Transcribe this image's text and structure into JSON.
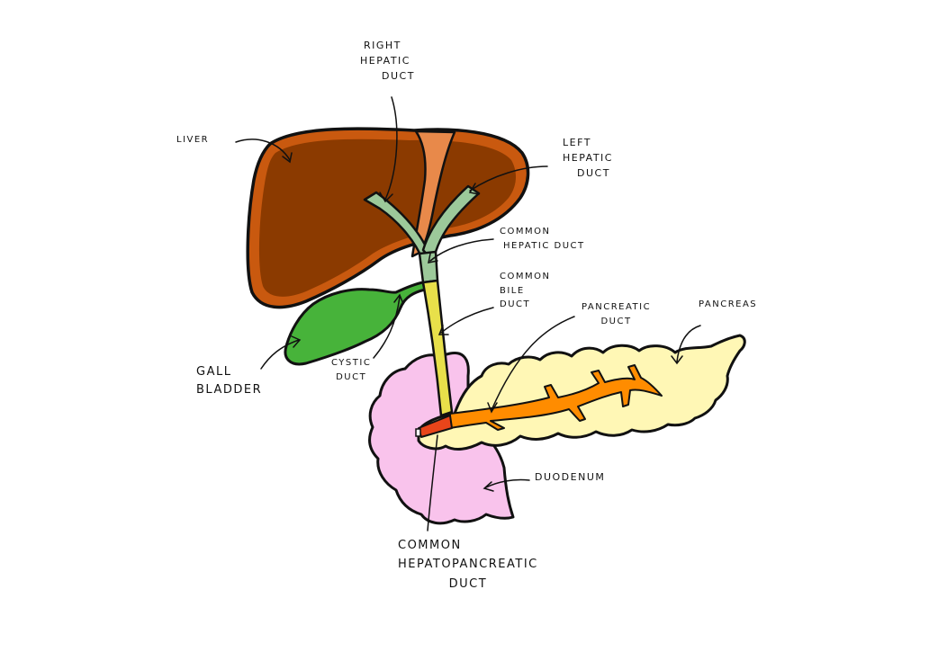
{
  "title": "Biliary tree and pancreas diagram",
  "colors": {
    "liver": "#8b3a00",
    "liver_highlight": "#c9590f",
    "falciform": "#e8894a",
    "hepatic_ducts": "#9cc99a",
    "common_bile_duct": "#e8e04a",
    "gall_bladder": "#47b33a",
    "pancreas": "#fff7b5",
    "pancreatic_duct": "#ff8c00",
    "hepatopancreatic_duct": "#e8451a",
    "duodenum": "#f9c3ec",
    "outline": "#111111"
  },
  "labels": {
    "right_hepatic_duct": [
      "Right",
      "Hepatic",
      "Duct"
    ],
    "liver": [
      "Liver"
    ],
    "left_hepatic_duct": [
      "Left",
      "Hepatic",
      "Duct"
    ],
    "common_hepatic_duct": [
      "Common",
      "Hepatic Duct"
    ],
    "common_bile_duct": [
      "Common",
      "Bile",
      "Duct"
    ],
    "pancreatic_duct": [
      "Pancreatic",
      "Duct"
    ],
    "pancreas": [
      "Pancreas"
    ],
    "gall_bladder": [
      "Gall",
      "Bladder"
    ],
    "cystic_duct": [
      "Cystic",
      "Duct"
    ],
    "duodenum": [
      "Duodenum"
    ],
    "common_hepatopancreatic_duct": [
      "Common",
      "Hepatopancreatic",
      "Duct"
    ]
  }
}
